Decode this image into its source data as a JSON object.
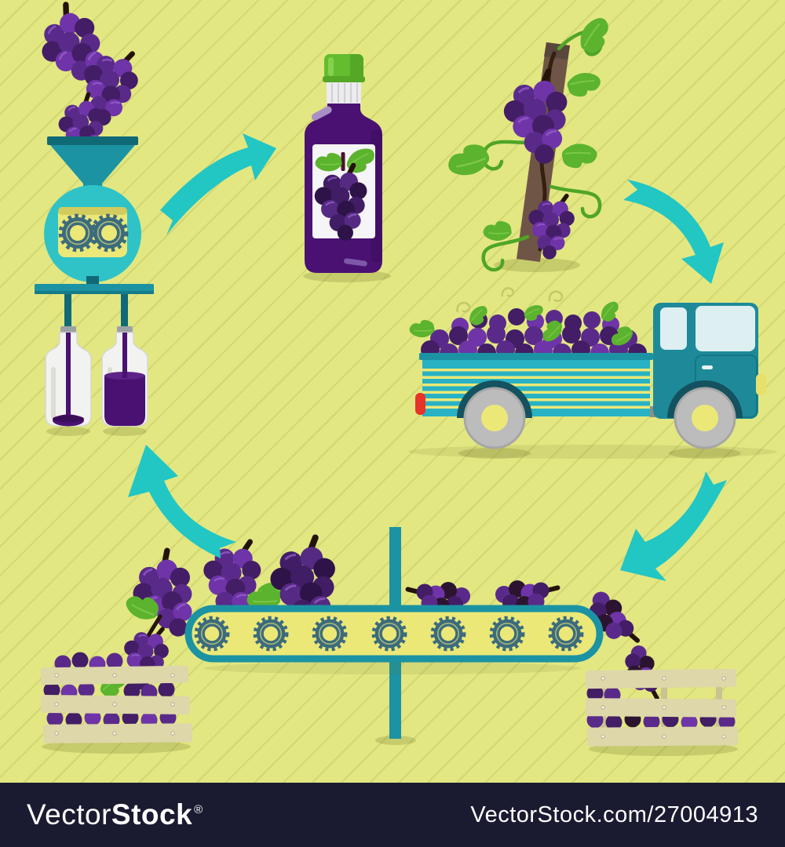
{
  "watermark": {
    "left_brand_normal": "Vector",
    "left_brand_bold": "Stock",
    "registered_mark": "®",
    "right_credit": "VectorStock.com/27004913"
  },
  "scene": {
    "description": "Grape juice production process steps - flat vector infographic cycle",
    "stages": [
      {
        "id": "grape-vine",
        "depicts": "grape vine on wooden post with leaves, tendrils and grape bunches"
      },
      {
        "id": "harvest-truck",
        "depicts": "truck loaded with harvested grape bunches"
      },
      {
        "id": "conveyor-sorting",
        "depicts": "conveyor belt with gears sorting grape bunches into wooden crates"
      },
      {
        "id": "grape-press",
        "depicts": "grapes falling into funnel press with crushing gears"
      },
      {
        "id": "bottle-filling",
        "depicts": "filling station pouring juice into two glass bottles"
      },
      {
        "id": "finished-bottle",
        "depicts": "bottle of grape juice with grape label and green cap"
      }
    ],
    "arrows": [
      "press-to-bottle",
      "vine-to-truck",
      "truck-to-conveyor",
      "conveyor-to-press"
    ]
  },
  "colors": {
    "background": "#e2e782",
    "background_stripe": "#d4da6f",
    "arrow_cyan": "#22c6c3",
    "teal": "#1b93a3",
    "teal_dark": "#106a76",
    "crusher_cyan": "#2fc3c7",
    "truck_bed": "#28b2c4",
    "truck_cab": "#1e8a99",
    "wheel_arch": "#14525f",
    "gear": "#3c6b7c",
    "panel_yellow": "#ebe878",
    "panel_yellow_dark": "#d2cb5e",
    "wood": "#ddd7aa",
    "wood_dark": "#c9c293",
    "grape_dark": "#431d66",
    "grape_mid": "#5a2a8a",
    "grape_light": "#6e34a8",
    "grape_darkest": "#2c1430",
    "grape_highlight": "#9a63cf",
    "stem_brown": "#241309",
    "leaf_green": "#5cb32e",
    "leaf_vein": "#8ed45a",
    "vine_green": "#4fa527",
    "juice_purple": "#4a1173",
    "cap_green": "#63bd2f",
    "cap_green_dark": "#54a826",
    "bottle_white": "#f2f3f0",
    "collar_gray": "#9ba1a3",
    "wheel_gray": "#bcbcbc",
    "tail_light_red": "#e73329",
    "watermark_bar": "#1a1b31",
    "watermark_text": "#ffffff"
  }
}
